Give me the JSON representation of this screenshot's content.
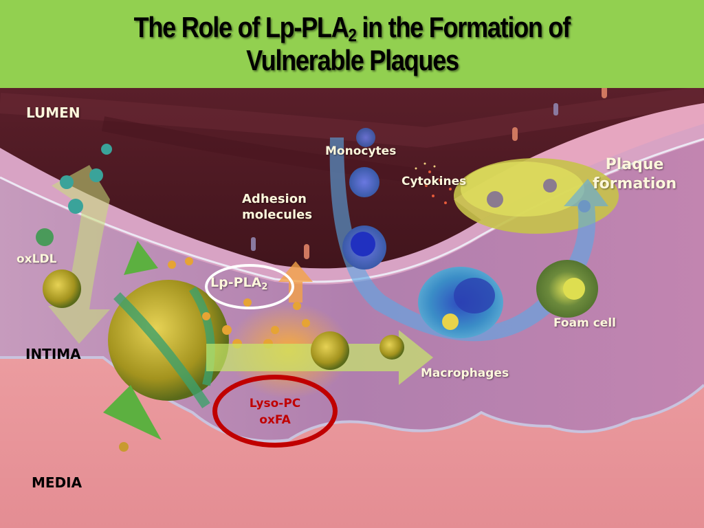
{
  "title": {
    "part1": "The Role of Lp-PLA",
    "subscript": "2",
    "part2": " in the Formation of",
    "line2": "Vulnerable Plaques"
  },
  "layers": {
    "lumen": "LUMEN",
    "intima": "INTIMA",
    "media": "MEDIA"
  },
  "labels": {
    "oxldl": "oxLDL",
    "lp_pla2_base": "Lp-PLA",
    "lp_pla2_sub": "2",
    "adhesion_line1": "Adhesion",
    "adhesion_line2": "molecules",
    "monocytes": "Monocytes",
    "cytokines": "Cytokines",
    "plaque_line1": "Plaque",
    "plaque_line2": "formation",
    "foam_cell": "Foam cell",
    "macrophages": "Macrophages",
    "lyso_pc": "Lyso-PC",
    "oxfa": "oxFA"
  },
  "colors": {
    "header_bg": "#92d050",
    "lumen": "#3a0d14",
    "intima": "#b98bb3",
    "media": "#e8999c",
    "endothelium": "#d99bb6",
    "label_light": "#fdf7dc",
    "label_red": "#c00000",
    "arrow_blue": "#5aa9e6",
    "arrow_green": "#c8e86a",
    "arrow_orange": "#f4a247"
  }
}
